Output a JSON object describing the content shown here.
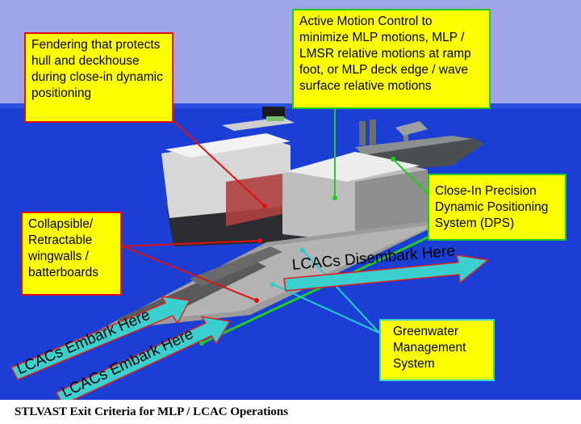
{
  "callouts": {
    "fendering": "Fendering that protects hull and deckhouse during close-in dynamic positioning",
    "active_motion": "Active Motion Control to minimize MLP motions, MLP / LMSR relative motions at ramp foot, or MLP deck edge / wave surface relative motions",
    "wingwalls": "Collapsible/ Retractable wingwalls / batterboards",
    "dps": "Close-In Precision Dynamic Positioning System (DPS)",
    "greenwater": "Greenwater Management System"
  },
  "arrows": {
    "disembark": "LCACs Disembark Here",
    "embark_1": "LCACs Embark Here",
    "embark_2": "LCACs Embark Here"
  },
  "caption": "STLVAST Exit Criteria for MLP / LCAC Operations",
  "colors": {
    "sky": "#9fa4e6",
    "sea": "#1b3fd4",
    "callout_fill": "#ffff00",
    "red_border": "#e01010",
    "green_border": "#22cc22",
    "arrow_fill": "#3ad0d0",
    "arrow_outline": "#e02020"
  }
}
